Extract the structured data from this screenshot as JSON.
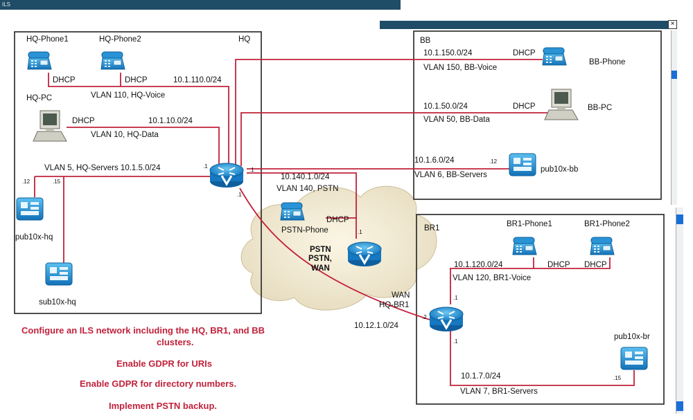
{
  "window": {
    "title": "ILS",
    "close_glyph": "×"
  },
  "sites": {
    "hq": "HQ",
    "bb": "BB",
    "br1": "BR1"
  },
  "hq": {
    "phone1": "HQ-Phone1",
    "phone2": "HQ-Phone2",
    "pc": "HQ-PC",
    "dhcp_phone1": "DHCP",
    "dhcp_phone2": "DHCP",
    "dhcp_pc": "DHCP",
    "voice_subnet": "10.1.110.0/24",
    "voice_vlan": "VLAN 110, HQ-Voice",
    "data_subnet": "10.1.10.0/24",
    "data_vlan": "VLAN 10, HQ-Data",
    "servers": "VLAN 5, HQ-Servers 10.1.5.0/24",
    "pub": "pub10x-hq",
    "sub": "sub10x-hq",
    "host_pub": ".12",
    "host_sub": ".15",
    "router_host": ".1"
  },
  "bb": {
    "phone": "BB-Phone",
    "pc": "BB-PC",
    "pub": "pub10x-bb",
    "voice_subnet": "10.1.150.0/24",
    "voice_vlan": "VLAN 150, BB-Voice",
    "voice_dhcp": "DHCP",
    "data_subnet": "10.1.50.0/24",
    "data_vlan": "VLAN 50, BB-Data",
    "data_dhcp": "DHCP",
    "servers_subnet": "10.1.6.0/24",
    "servers_vlan": "VLAN 6, BB-Servers",
    "host_pub": ".12"
  },
  "pstn": {
    "subnet": "10.140.1.0/24",
    "vlan": "VLAN 140, PSTN",
    "phone": "PSTN-Phone",
    "dhcp": "DHCP",
    "router_label_1": "PSTN",
    "router_label_2": "PSTN,",
    "router_label_3": "WAN",
    "host_router": ".1",
    "host_hq": ".1"
  },
  "wan": {
    "label_1": "WAN",
    "label_2": "HQ-BR1",
    "subnet": "10.12.1.0/24",
    "host_br": ".2",
    "host_hq": ".1"
  },
  "br1": {
    "phone1": "BR1-Phone1",
    "phone2": "BR1-Phone2",
    "voice_subnet": "10.1.120.0/24",
    "voice_vlan": "VLAN 120, BR1-Voice",
    "dhcp1": "DHCP",
    "dhcp2": "DHCP",
    "servers_subnet": "10.1.7.0/24",
    "servers_vlan": "VLAN 7, BR1-Servers",
    "pub": "pub10x-br",
    "host_pub": ".15",
    "router_host_voice": ".1",
    "router_host_servers": ".1"
  },
  "tasks": {
    "line1": "Configure an ILS network including the HQ, BR1, and BB",
    "line1b": "clusters.",
    "line2": "Enable GDPR for URIs",
    "line3": "Enable GDPR for directory numbers.",
    "line4": "Implement PSTN backup."
  },
  "colors": {
    "link": "#c0223b",
    "device": "#1f8fd0",
    "device_dark": "#0d5f99",
    "titlebar": "#1f4c66",
    "task_text": "#c0223b"
  }
}
